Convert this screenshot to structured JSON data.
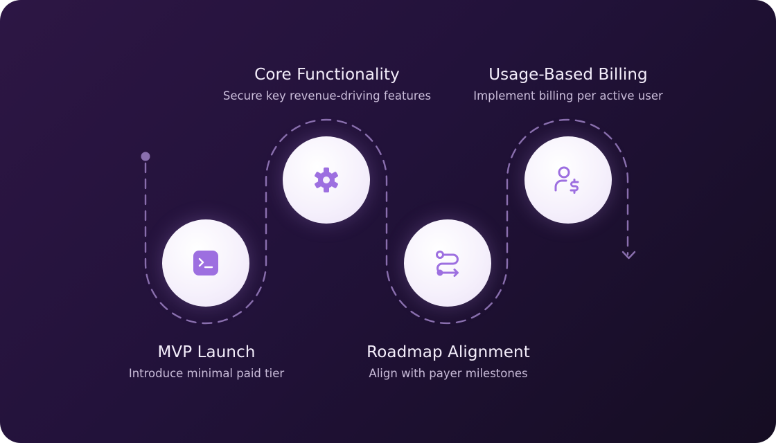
{
  "steps": [
    {
      "title": "MVP Launch",
      "description": "Introduce minimal paid tier",
      "icon": "terminal-icon"
    },
    {
      "title": "Core Functionality",
      "description": "Secure key revenue-driving features",
      "icon": "gear-icon"
    },
    {
      "title": "Roadmap Alignment",
      "description": "Align with payer milestones",
      "icon": "route-icon"
    },
    {
      "title": "Usage-Based Billing",
      "description": "Implement billing per active user",
      "icon": "user-dollar-icon"
    }
  ],
  "colors": {
    "background_start": "#2d1644",
    "background_end": "#150d22",
    "path": "#8a6fae",
    "icon": "#9d6fe0",
    "node": "#f6f1fc"
  }
}
